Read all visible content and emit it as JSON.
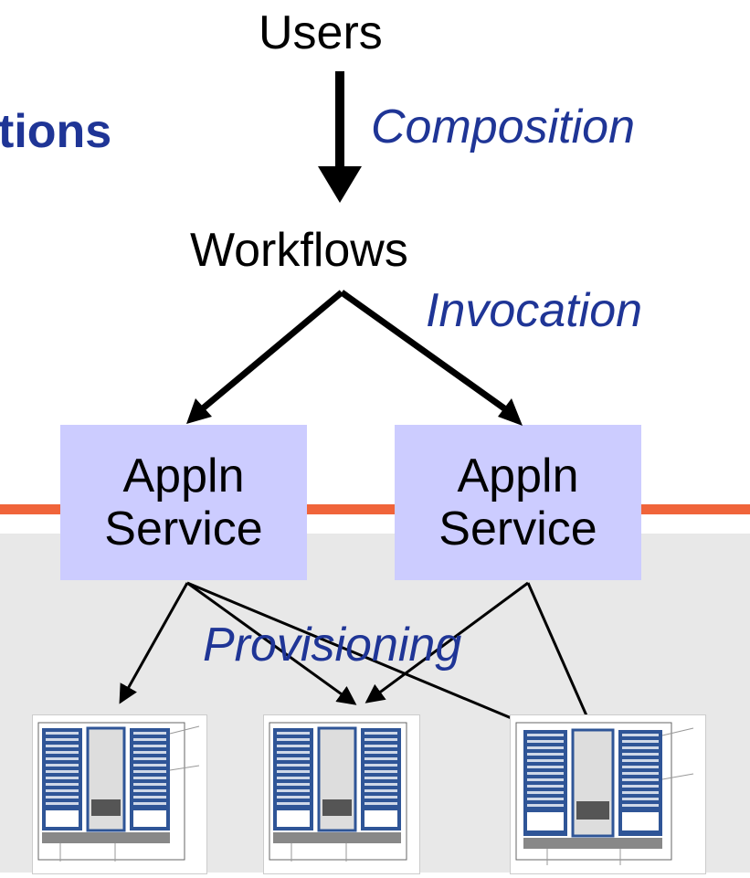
{
  "title_fragment": "tions",
  "labels": {
    "users": "Users",
    "composition": "Composition",
    "workflows": "Workflows",
    "invocation": "Invocation",
    "provisioning": "Provisioning"
  },
  "services": [
    {
      "line1": "Appln",
      "line2": "Service"
    },
    {
      "line1": "Appln",
      "line2": "Service"
    }
  ],
  "colors": {
    "accent_blue": "#1f3596",
    "service_fill": "#ccccff",
    "divider_orange": "#f0643a",
    "lower_band": "#e8e8e8",
    "rack_blue": "#2f5597"
  },
  "racks": [
    {
      "icon": "server-rack-icon"
    },
    {
      "icon": "server-rack-icon"
    },
    {
      "icon": "server-rack-icon"
    }
  ]
}
